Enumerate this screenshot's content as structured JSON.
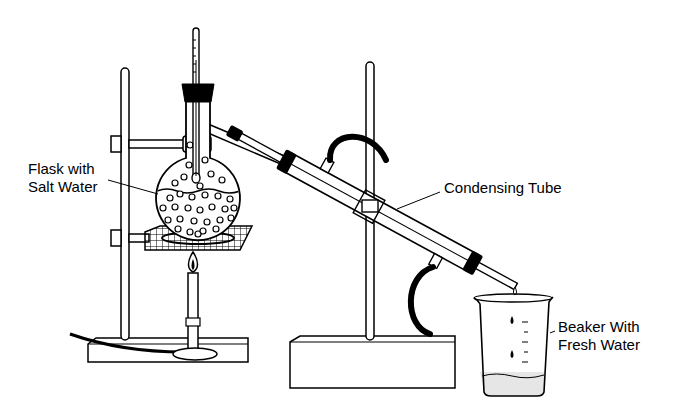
{
  "diagram": {
    "labels": [
      "Flask with Salt Water",
      "Condensing Tube",
      "Beaker With Fresh Water"
    ]
  }
}
